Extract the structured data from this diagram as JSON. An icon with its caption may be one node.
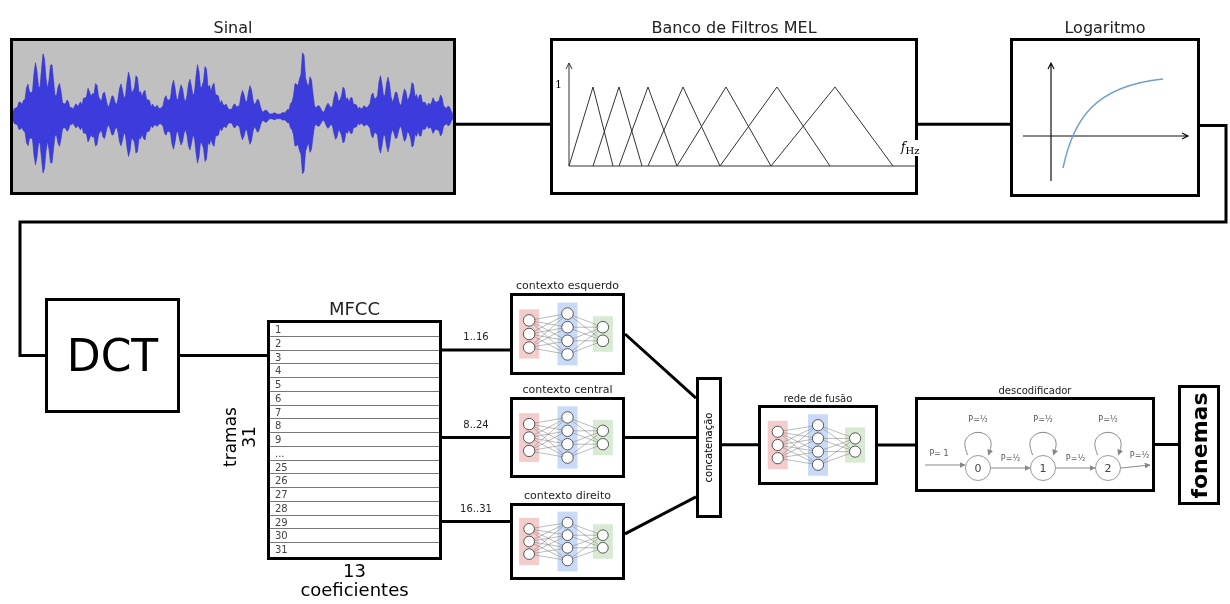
{
  "diagram": {
    "nodes": [
      {
        "text": [
          "Sinal"
        ]
      },
      {
        "text": [
          "Banco de Filtros MEL"
        ]
      },
      {
        "text": [
          "Logaritmo"
        ]
      },
      {
        "text": [
          "DCT"
        ]
      },
      {
        "text": [
          "MFCC"
        ],
        "beside": [
          "tramas 31",
          "13 coeficientes"
        ]
      },
      {
        "text": [
          "contexto esquerdo"
        ]
      },
      {
        "text": [
          "contexto central"
        ]
      },
      {
        "text": [
          "contexto direito"
        ]
      },
      {
        "text": [
          "concatenação"
        ]
      },
      {
        "text": [
          "rede de fusão"
        ]
      },
      {
        "text": [
          "descodificador"
        ]
      },
      {
        "text": [
          "0"
        ],
        "in": 10
      },
      {
        "text": [
          "1"
        ],
        "in": 10
      },
      {
        "text": [
          "2"
        ],
        "in": 10
      },
      {
        "text": [
          "fonemas"
        ]
      }
    ],
    "edges": [
      {
        "from": 0,
        "to": 1,
        "arrow": "none"
      },
      {
        "from": 1,
        "to": 2,
        "arrow": "none"
      },
      {
        "from": 2,
        "to": 3,
        "arrow": "none"
      },
      {
        "from": 3,
        "to": 4,
        "arrow": "none"
      },
      {
        "from": 4,
        "to": 5,
        "arrow": "none",
        "label": "1..16"
      },
      {
        "from": 4,
        "to": 6,
        "arrow": "none",
        "label": "8..24"
      },
      {
        "from": 4,
        "to": 7,
        "arrow": "none",
        "label": "16..31"
      },
      {
        "from": 5,
        "to": 8,
        "arrow": "none"
      },
      {
        "from": 6,
        "to": 8,
        "arrow": "none"
      },
      {
        "from": 7,
        "to": 8,
        "arrow": "none"
      },
      {
        "from": 8,
        "to": 9,
        "arrow": "none"
      },
      {
        "from": 9,
        "to": 10,
        "arrow": "none"
      },
      {
        "from": 10,
        "to": 14,
        "arrow": "none"
      },
      {
        "from": null,
        "to": 11,
        "arrow": "to",
        "label": "P= 1",
        "color": "#888888"
      },
      {
        "from": 11,
        "to": 11,
        "arrow": "to",
        "label": "P=½",
        "color": "#888888"
      },
      {
        "from": 11,
        "to": 12,
        "arrow": "to",
        "label": "P=½",
        "color": "#888888"
      },
      {
        "from": 12,
        "to": 12,
        "arrow": "to",
        "label": "P=½",
        "color": "#888888"
      },
      {
        "from": 12,
        "to": 13,
        "arrow": "to",
        "label": "P=½",
        "color": "#888888"
      },
      {
        "from": 13,
        "to": 13,
        "arrow": "to",
        "label": "P=½",
        "color": "#888888"
      },
      {
        "from": 13,
        "to": null,
        "arrow": "to",
        "label": "P=½",
        "color": "#888888"
      }
    ],
    "labels": [
      "1",
      "*f*$_{Hz}$",
      "1",
      "2",
      "3",
      "4",
      "5",
      "6",
      "7",
      "8",
      "9",
      "...",
      "25",
      "26",
      "27",
      "28",
      "29",
      "30",
      "31"
    ]
  }
}
